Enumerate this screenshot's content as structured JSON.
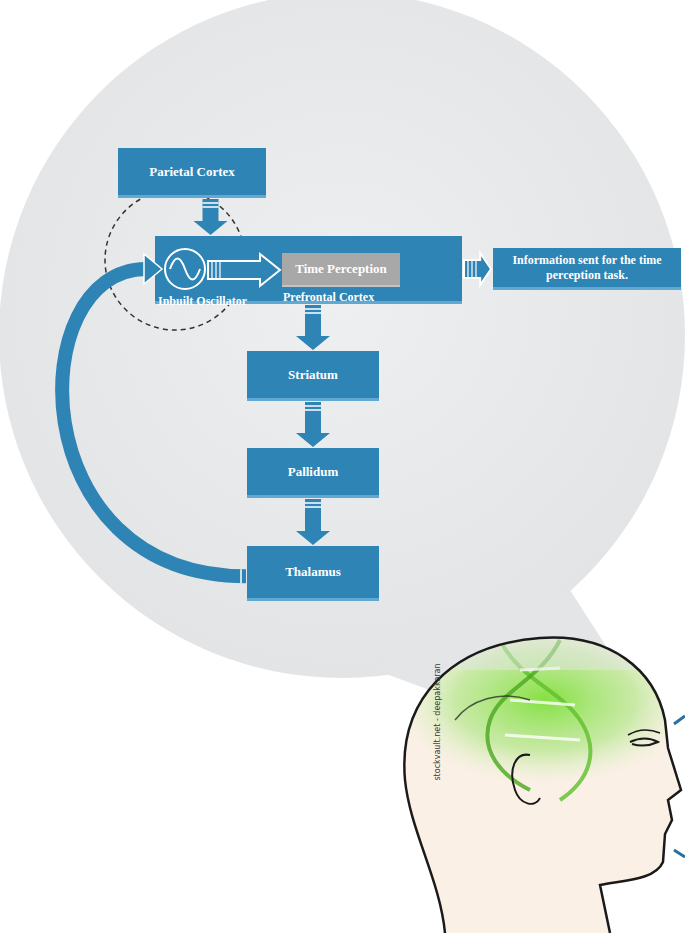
{
  "diagram": {
    "nodes": [
      {
        "text": [
          "Parietal Cortex"
        ]
      },
      {
        "text": [
          "Prefrontal Cortex"
        ]
      },
      {
        "text": [
          "Inbuilt Oscillator"
        ],
        "in": 1
      },
      {
        "text": [
          "Time Perception"
        ],
        "in": 1
      },
      {
        "text": [
          "Information sent for the time perception task."
        ]
      },
      {
        "text": [
          "Striatum"
        ]
      },
      {
        "text": [
          "Pallidum"
        ]
      },
      {
        "text": [
          "Thalamus"
        ]
      }
    ],
    "edges": [
      {
        "from": 0,
        "to": 1,
        "arrow": "to"
      },
      {
        "from": 2,
        "to": 3,
        "arrow": "to"
      },
      {
        "from": 1,
        "to": 4,
        "arrow": "to"
      },
      {
        "from": 1,
        "to": 5,
        "arrow": "to"
      },
      {
        "from": 5,
        "to": 6,
        "arrow": "to"
      },
      {
        "from": 6,
        "to": 7,
        "arrow": "to"
      },
      {
        "from": 7,
        "to": 2,
        "arrow": "to"
      }
    ],
    "labels": [
      "stockvault.net - deepakkaran"
    ]
  }
}
